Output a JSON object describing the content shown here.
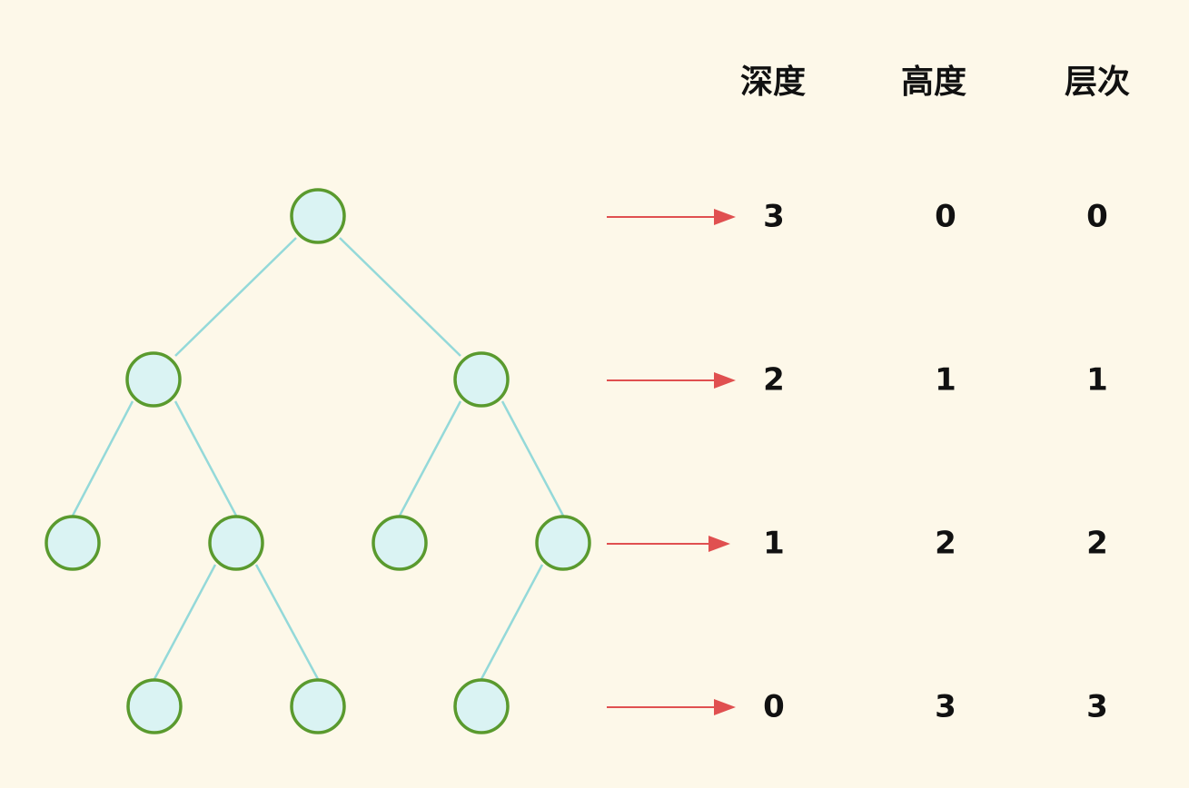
{
  "headers": {
    "depth": "深度",
    "height": "高度",
    "level": "层次"
  },
  "rows": [
    {
      "depth": "3",
      "height": "0",
      "level": "0"
    },
    {
      "depth": "2",
      "height": "1",
      "level": "1"
    },
    {
      "depth": "1",
      "height": "2",
      "level": "2"
    },
    {
      "depth": "0",
      "height": "3",
      "level": "3"
    }
  ],
  "colors": {
    "background": "#fdf8e9",
    "node_fill": "#daf3f3",
    "node_stroke": "#5a9a2e",
    "edge": "#94d9d9",
    "arrow": "#e05050",
    "text": "#111111"
  }
}
